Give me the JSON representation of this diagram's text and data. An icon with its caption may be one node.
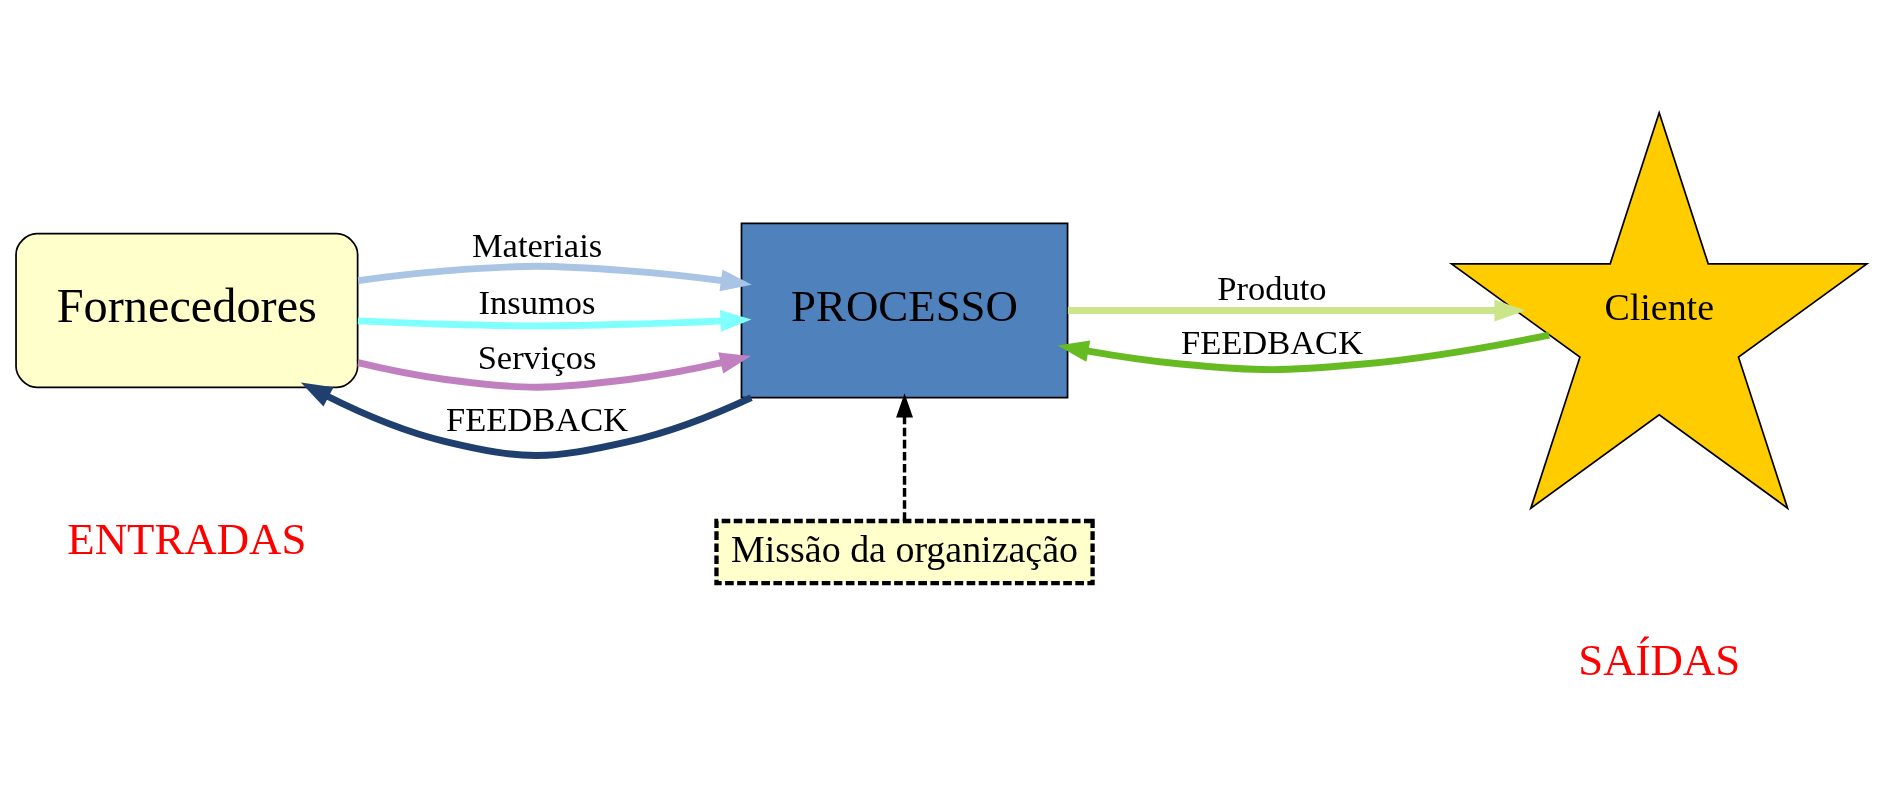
{
  "diagram": {
    "nodes": [
      {
        "text": [
          "Fornecedores"
        ]
      },
      {
        "text": [
          "PROCESSO"
        ]
      },
      {
        "text": [
          "Cliente"
        ]
      },
      {
        "text": [
          "Missão da organização"
        ]
      }
    ],
    "edges": [
      {
        "from": 0,
        "to": 1,
        "arrow": "to",
        "label": "Materiais",
        "color": "#a9c4e4"
      },
      {
        "from": 0,
        "to": 1,
        "arrow": "to",
        "label": "Insumos",
        "color": "#80ffff"
      },
      {
        "from": 0,
        "to": 1,
        "arrow": "to",
        "label": "Serviços",
        "color": "#c080c0"
      },
      {
        "from": 1,
        "to": 2,
        "arrow": "to",
        "label": "Produto",
        "color": "#cce58a"
      },
      {
        "from": 1,
        "to": 0,
        "arrow": "to",
        "label": "FEEDBACK",
        "color": "#1f3f6f"
      },
      {
        "from": 2,
        "to": 1,
        "arrow": "to",
        "label": "FEEDBACK",
        "color": "#66bb22"
      },
      {
        "from": 3,
        "to": 1,
        "arrow": "to",
        "style": "dashed",
        "color": "#000000"
      }
    ],
    "labels": [
      "ENTRADAS",
      "SAÍDAS"
    ]
  }
}
